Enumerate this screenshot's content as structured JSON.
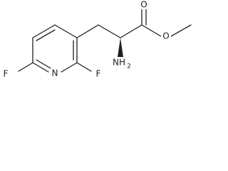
{
  "molecule": {
    "atoms": {
      "ester_oxygen_carbonyl": {
        "symbol": "O"
      },
      "ester_oxygen_single": {
        "symbol": "O"
      },
      "amine": {
        "symbol": "NH",
        "subscript": "2"
      },
      "ring_nitrogen": {
        "symbol": "N"
      },
      "fluorine_left": {
        "symbol": "F"
      },
      "fluorine_right": {
        "symbol": "F"
      }
    },
    "colors": {
      "bond": "#1f1f1f",
      "text": "#1f1f1f",
      "background": "#ffffff"
    }
  }
}
